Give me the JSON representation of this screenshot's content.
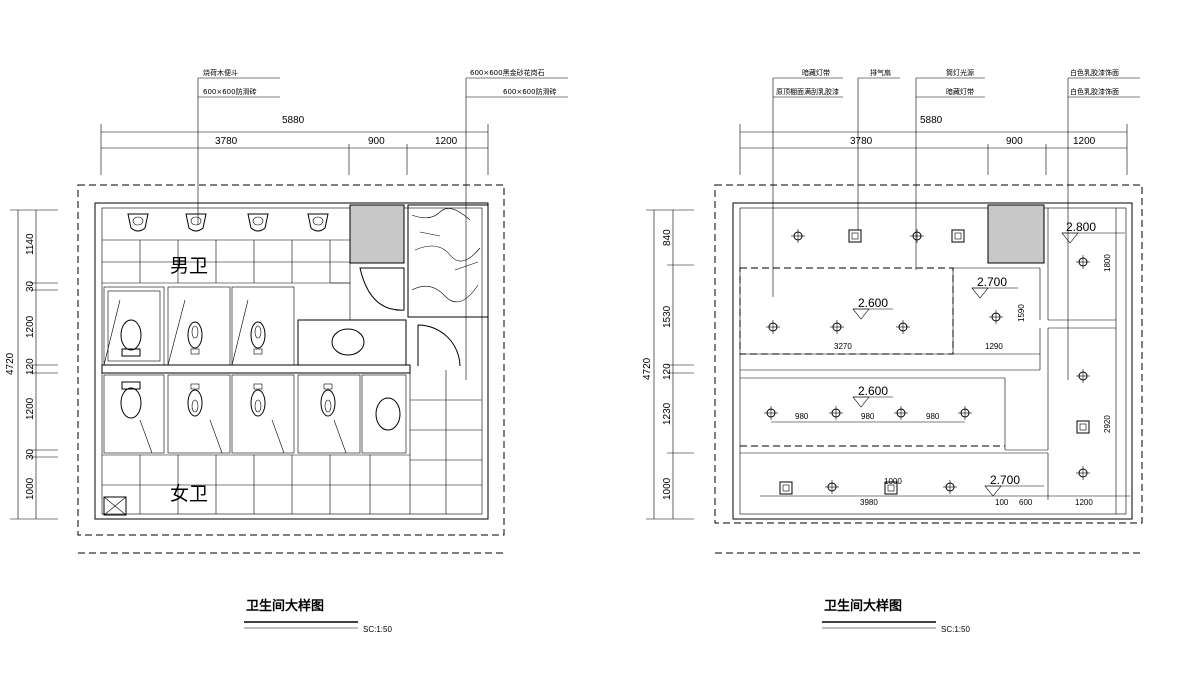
{
  "left_plan": {
    "title": "卫生间大样图",
    "scale": "SC:1:50",
    "callouts": {
      "c1_top": "烧荷木便斗",
      "c1_bottom": "600×600防滑砖",
      "c2_top": "600×600黑金砂花岗石",
      "c2_bottom": "600×600防滑砖"
    },
    "dims_top": {
      "total": "5880",
      "d1": "3780",
      "d2": "900",
      "d3": "1200"
    },
    "dims_left": {
      "total": "4720",
      "d1": "1140",
      "d2": "30",
      "d3": "1200",
      "d4": "120",
      "d5": "1200",
      "d6": "30",
      "d7": "1000"
    },
    "room_men": "男卫",
    "room_women": "女卫"
  },
  "right_plan": {
    "title": "卫生间大样图",
    "scale": "SC:1:50",
    "callouts": {
      "c1_top": "暗藏灯带",
      "c1_bottom": "原顶棚面满刮乳胶漆",
      "c2": "排气扇",
      "c3_top": "筒灯光源",
      "c3_bottom": "暗藏灯带",
      "c4_top": "白色乳胶漆饰面",
      "c4_bottom": "白色乳胶漆饰面"
    },
    "dims_top": {
      "total": "5880",
      "d1": "3780",
      "d2": "900",
      "d3": "1200"
    },
    "dims_left": {
      "total": "4720",
      "d1": "840",
      "d2": "1530",
      "d3": "120",
      "d4": "1230",
      "d5": "1000"
    },
    "levels": {
      "l1": "2.800",
      "l2": "2.700",
      "l3": "2.600",
      "l4": "2.600",
      "l5": "2.700"
    },
    "inner_dims": {
      "w1": "3270",
      "w2": "1290",
      "h1": "1590",
      "h2": "1800",
      "h3": "2920",
      "s1": "980",
      "s2": "980",
      "s3": "980",
      "b1": "3980",
      "b2": "100",
      "b3": "600",
      "b4": "1200",
      "b5": "1000"
    }
  }
}
